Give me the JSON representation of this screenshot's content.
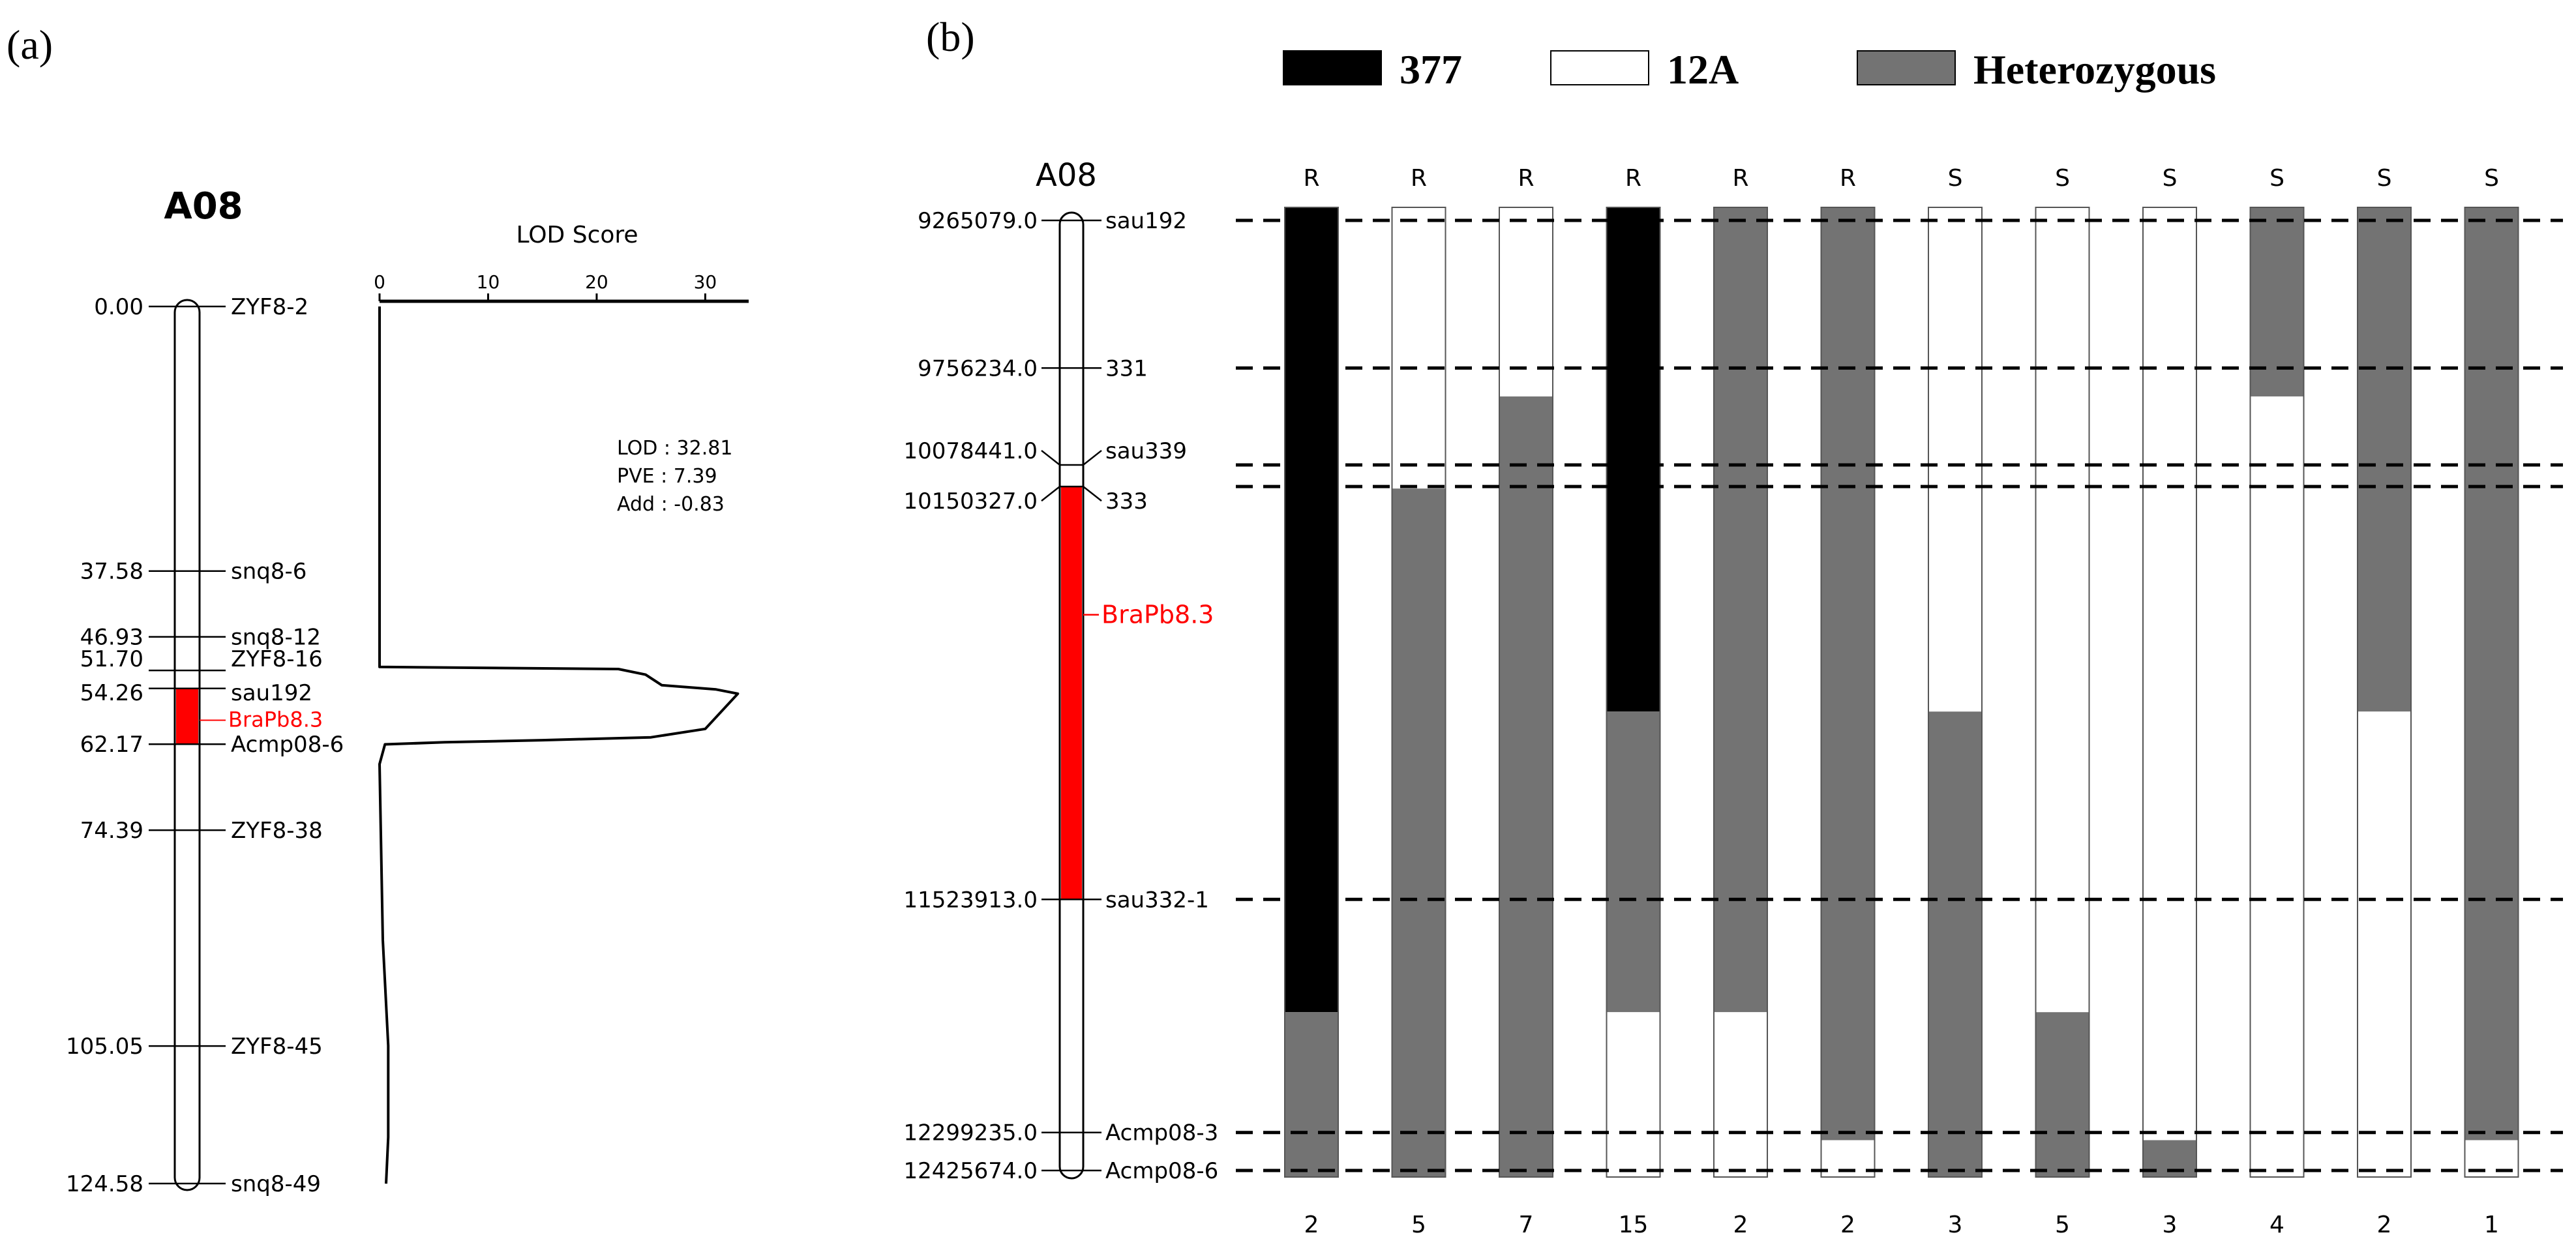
{
  "panel_a": {
    "label": "(a)",
    "chromosome": "A08",
    "markers": [
      {
        "pos": 0.0,
        "pos_label": "0.00",
        "name": "ZYF8-2"
      },
      {
        "pos": 37.58,
        "pos_label": "37.58",
        "name": "snq8-6"
      },
      {
        "pos": 46.93,
        "pos_label": "46.93",
        "name": "snq8-12"
      },
      {
        "pos": 51.7,
        "pos_label": "51.70",
        "name": "ZYF8-16"
      },
      {
        "pos": 54.26,
        "pos_label": "54.26",
        "name": "sau192"
      },
      {
        "pos": 62.17,
        "pos_label": "62.17",
        "name": "Acmp08-6"
      },
      {
        "pos": 74.39,
        "pos_label": "74.39",
        "name": "ZYF8-38"
      },
      {
        "pos": 105.05,
        "pos_label": "105.05",
        "name": "ZYF8-45"
      },
      {
        "pos": 124.58,
        "pos_label": "124.58",
        "name": "snq8-49"
      }
    ],
    "qtl": {
      "name": "BraPb8.3",
      "start": 54.26,
      "end": 62.17,
      "color": "#ff0000"
    },
    "lod_axis": {
      "title": "LOD Score",
      "ticks": [
        0,
        10,
        20,
        30
      ],
      "max": 34
    },
    "lod_curve": [
      [
        0,
        0.0
      ],
      [
        0,
        51.2
      ],
      [
        22,
        51.5
      ],
      [
        24.5,
        52.3
      ],
      [
        26,
        53.8
      ],
      [
        31,
        54.4
      ],
      [
        33,
        55.0
      ],
      [
        31.5,
        57.5
      ],
      [
        30,
        60.0
      ],
      [
        25,
        61.2
      ],
      [
        15,
        61.6
      ],
      [
        6,
        61.9
      ],
      [
        0.5,
        62.2
      ],
      [
        0,
        65
      ],
      [
        0.3,
        90
      ],
      [
        0.8,
        105
      ],
      [
        0.8,
        118
      ],
      [
        0.6,
        124.6
      ]
    ],
    "stats": {
      "lod": "LOD : 32.81",
      "pve": "PVE : 7.39",
      "add": "Add : -0.83"
    }
  },
  "panel_b": {
    "label": "(b)",
    "chromosome": "A08",
    "legend": [
      {
        "label": "377",
        "color": "#000000"
      },
      {
        "label": "12A",
        "color": "#ffffff"
      },
      {
        "label": "Heterozygous",
        "color": "#737373"
      }
    ],
    "markers": [
      {
        "pos": 9265079.0,
        "pos_label": "9265079.0",
        "name": "sau192"
      },
      {
        "pos": 9756234.0,
        "pos_label": "9756234.0",
        "name": "331"
      },
      {
        "pos": 10078441.0,
        "pos_label": "10078441.0",
        "name": "sau339"
      },
      {
        "pos": 10150327.0,
        "pos_label": "10150327.0",
        "name": "333"
      },
      {
        "pos": 11523913.0,
        "pos_label": "11523913.0",
        "name": "sau332-1"
      },
      {
        "pos": 12299235.0,
        "pos_label": "12299235.0",
        "name": "Acmp08-3"
      },
      {
        "pos": 12425674.0,
        "pos_label": "12425674.0",
        "name": "Acmp08-6"
      }
    ],
    "qtl": {
      "name": "BraPb8.3",
      "start": 10150327.0,
      "end": 11523913.0,
      "color": "#ff0000"
    },
    "genotypes": [
      {
        "phenotype": "R",
        "count": "2",
        "segments": [
          [
            0.0,
            0.83,
            "377"
          ],
          [
            0.83,
            1.0,
            "het"
          ]
        ]
      },
      {
        "phenotype": "R",
        "count": "5",
        "segments": [
          [
            0.0,
            0.29,
            "12A"
          ],
          [
            0.29,
            1.0,
            "het"
          ]
        ]
      },
      {
        "phenotype": "R",
        "count": "7",
        "segments": [
          [
            0.0,
            0.195,
            "12A"
          ],
          [
            0.195,
            1.0,
            "het"
          ]
        ]
      },
      {
        "phenotype": "R",
        "count": "15",
        "segments": [
          [
            0.0,
            0.52,
            "377"
          ],
          [
            0.52,
            0.83,
            "het"
          ],
          [
            0.83,
            1.0,
            "12A"
          ]
        ]
      },
      {
        "phenotype": "R",
        "count": "2",
        "segments": [
          [
            0.0,
            0.83,
            "het"
          ],
          [
            0.83,
            1.0,
            "12A"
          ]
        ]
      },
      {
        "phenotype": "R",
        "count": "2",
        "segments": [
          [
            0.0,
            0.962,
            "het"
          ],
          [
            0.962,
            1.0,
            "12A"
          ]
        ]
      },
      {
        "phenotype": "S",
        "count": "3",
        "segments": [
          [
            0.0,
            0.52,
            "12A"
          ],
          [
            0.52,
            1.0,
            "het"
          ]
        ]
      },
      {
        "phenotype": "S",
        "count": "5",
        "segments": [
          [
            0.0,
            0.83,
            "12A"
          ],
          [
            0.83,
            1.0,
            "het"
          ]
        ]
      },
      {
        "phenotype": "S",
        "count": "3",
        "segments": [
          [
            0.0,
            0.962,
            "12A"
          ],
          [
            0.962,
            1.0,
            "het"
          ]
        ]
      },
      {
        "phenotype": "S",
        "count": "4",
        "segments": [
          [
            0.0,
            0.195,
            "het"
          ],
          [
            0.195,
            1.0,
            "12A"
          ]
        ]
      },
      {
        "phenotype": "S",
        "count": "2",
        "segments": [
          [
            0.0,
            0.52,
            "het"
          ],
          [
            0.52,
            1.0,
            "12A"
          ]
        ]
      },
      {
        "phenotype": "S",
        "count": "1",
        "segments": [
          [
            0.0,
            0.962,
            "het"
          ],
          [
            0.962,
            1.0,
            "12A"
          ]
        ]
      }
    ]
  }
}
